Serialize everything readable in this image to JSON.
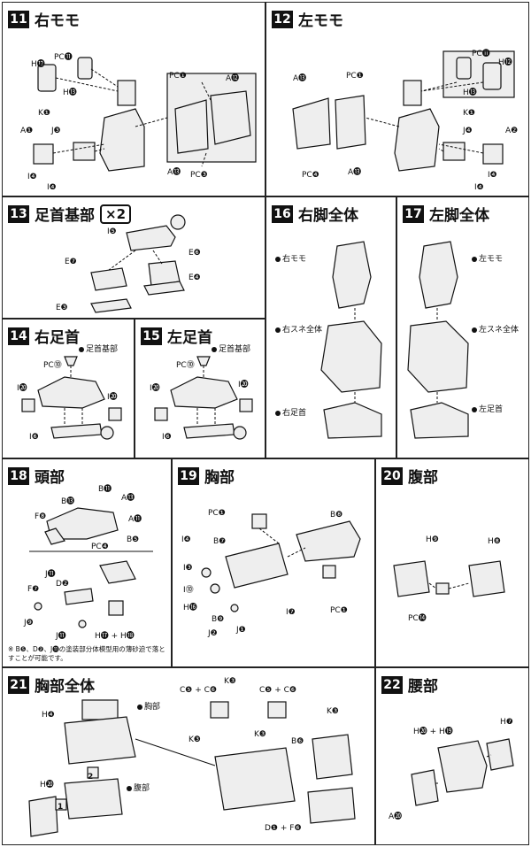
{
  "steps": [
    {
      "num": "11",
      "title": "右モモ",
      "labels": [
        "H⓬",
        "PC⓫",
        "H⓭",
        "K❶",
        "A❶",
        "J❸",
        "I❹",
        "I❹",
        "PC❶",
        "A⓬",
        "A⓭",
        "PC❸"
      ]
    },
    {
      "num": "12",
      "title": "左モモ",
      "labels": [
        "PC⓫",
        "H⓬",
        "H⓭",
        "A⓭",
        "PC❶",
        "K❶",
        "J❹",
        "A❷",
        "I❹",
        "I❹",
        "A⓭",
        "PC❹"
      ]
    },
    {
      "num": "13",
      "title": "足首基部",
      "mult": "×2",
      "labels": [
        "I❺",
        "E❼",
        "E❻",
        "E❹",
        "E❸"
      ]
    },
    {
      "num": "14",
      "title": "右足首",
      "labels": [
        "足首基部",
        "PC⓾",
        "I⓴",
        "I⓴",
        "I❻"
      ]
    },
    {
      "num": "15",
      "title": "左足首",
      "labels": [
        "足首基部",
        "PC⓾",
        "I⓴",
        "I⓴",
        "I❻"
      ]
    },
    {
      "num": "16",
      "title": "右脚全体",
      "callouts": [
        "右モモ",
        "右スネ全体",
        "右足首"
      ]
    },
    {
      "num": "17",
      "title": "左脚全体",
      "callouts": [
        "左モモ",
        "左スネ全体",
        "左足首"
      ]
    },
    {
      "num": "18",
      "title": "頭部",
      "labels": [
        "B⓫",
        "A⓭",
        "B⓭",
        "F❽",
        "B❺",
        "PC❹",
        "A⓫",
        "J⓫",
        "D❷",
        "F❼",
        "J❾",
        "J⓫",
        "H⓱ + H⓲"
      ],
      "note": "※ B❺、D❷、J⓫の塗装部分体模型用の薄砂迫で落とすことが可能です。"
    },
    {
      "num": "19",
      "title": "胸部",
      "labels": [
        "PC❶",
        "B❽",
        "I❹",
        "B❼",
        "I❸",
        "H⓰",
        "I⓾",
        "B❾",
        "J❷",
        "J❶",
        "PC❶",
        "I❼"
      ]
    },
    {
      "num": "20",
      "title": "腹部",
      "labels": [
        "H❾",
        "H❽",
        "PC⓮"
      ]
    },
    {
      "num": "21",
      "title": "胸部全体",
      "labels": [
        "H❹",
        "H⓴",
        "C❺ + C❻",
        "K❸",
        "K❸",
        "C❺ + C❻",
        "K❸",
        "K❸",
        "B❻",
        "D❶ + F❻"
      ],
      "callouts": [
        "胸部",
        "腹部"
      ],
      "markers": [
        "2",
        "1"
      ]
    },
    {
      "num": "22",
      "title": "腰部",
      "labels": [
        "H⓴ + H⓳",
        "H❼",
        "A⓴"
      ]
    }
  ]
}
